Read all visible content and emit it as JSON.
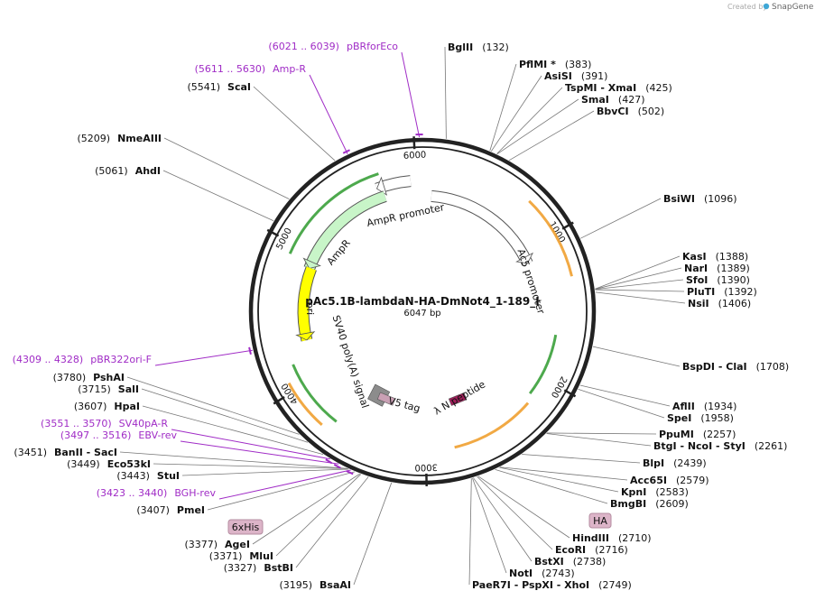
{
  "credit": {
    "created_by": "Created by",
    "brand": "SnapGene"
  },
  "plasmid": {
    "name": "pAc5.1B-lambdaN-HA-DmNot4_1-189_I",
    "size": "6047 bp"
  },
  "ring_ticks": [
    {
      "label": "6000",
      "pos": 6000
    },
    {
      "label": "1000",
      "pos": 1000
    },
    {
      "label": "2000",
      "pos": 2000
    },
    {
      "label": "3000",
      "pos": 3000
    },
    {
      "label": "4000",
      "pos": 4000
    },
    {
      "label": "5000",
      "pos": 5000
    }
  ],
  "features": [
    {
      "name": "AmpR promoter",
      "start": 5705,
      "end": 5960,
      "color": "#ffffff",
      "dir": "rev"
    },
    {
      "name": "AmpR",
      "start": 4884,
      "end": 5745,
      "color": "#c8f5c8",
      "dir": "rev"
    },
    {
      "name": "Ac5 promoter",
      "start": 75,
      "end": 1100,
      "color": "#ffffff",
      "dir": "fwd"
    },
    {
      "name": "ori",
      "start": 4300,
      "end": 4890,
      "color": "#ffff00",
      "dir": "rev"
    },
    {
      "name": "SV40 poly(A) signal",
      "start": 3424,
      "end": 3545,
      "color": "#8c8c8c",
      "dir": "none"
    },
    {
      "name": "V5 tag",
      "start": 3377,
      "end": 3420,
      "color": "#c9a0b4",
      "dir": "none"
    },
    {
      "name": "λ N peptide",
      "start": 2626,
      "end": 2686,
      "color": "#a01e5a",
      "dir": "fwd"
    }
  ],
  "feature_labels": [
    {
      "text": "AmpR promoter",
      "for": "AmpR promoter"
    },
    {
      "text": "AmpR",
      "for": "AmpR"
    },
    {
      "text": "Ac5 promoter",
      "for": "Ac5 promoter"
    },
    {
      "text": "ori",
      "for": "ori"
    },
    {
      "text": "SV40 poly(A) signal",
      "for": "SV40 poly(A) signal"
    },
    {
      "text": "V5 tag",
      "for": "V5 tag"
    },
    {
      "text": "λ N peptide",
      "for": "λ N peptide"
    }
  ],
  "tags": {
    "his": "6xHis",
    "ha": "HA"
  },
  "primers": [
    {
      "range": "(6021 .. 6039)",
      "name": "pBRforEco",
      "pos": 6030
    },
    {
      "range": "(5611 .. 5630)",
      "name": "Amp-R",
      "pos": 5620
    },
    {
      "range": "(4309 .. 4328)",
      "name": "pBR322ori-F",
      "pos": 4318
    },
    {
      "range": "(3551 .. 3570)",
      "name": "SV40pA-R",
      "pos": 3560
    },
    {
      "range": "(3497 .. 3516)",
      "name": "EBV-rev",
      "pos": 3506
    },
    {
      "range": "(3423 .. 3440)",
      "name": "BGH-rev",
      "pos": 3431
    }
  ],
  "enzymes": [
    {
      "name": "BglII",
      "pos": 132,
      "label_pos": "(132)"
    },
    {
      "name": "PflMI *",
      "pos": 383,
      "label_pos": "(383)"
    },
    {
      "name": "AsiSI",
      "pos": 391,
      "label_pos": "(391)"
    },
    {
      "name": "TspMI  - XmaI",
      "pos": 425,
      "label_pos": "(425)"
    },
    {
      "name": "SmaI",
      "pos": 427,
      "label_pos": "(427)"
    },
    {
      "name": "BbvCI",
      "pos": 502,
      "label_pos": "(502)"
    },
    {
      "name": "BsiWI",
      "pos": 1096,
      "label_pos": "(1096)"
    },
    {
      "name": "KasI",
      "pos": 1388,
      "label_pos": "(1388)"
    },
    {
      "name": "NarI",
      "pos": 1389,
      "label_pos": "(1389)"
    },
    {
      "name": "SfoI",
      "pos": 1390,
      "label_pos": "(1390)"
    },
    {
      "name": "PluTI",
      "pos": 1392,
      "label_pos": "(1392)"
    },
    {
      "name": "NsiI",
      "pos": 1406,
      "label_pos": "(1406)"
    },
    {
      "name": "BspDI  - ClaI",
      "pos": 1708,
      "label_pos": "(1708)"
    },
    {
      "name": "AflII",
      "pos": 1934,
      "label_pos": "(1934)"
    },
    {
      "name": "SpeI",
      "pos": 1958,
      "label_pos": "(1958)"
    },
    {
      "name": "PpuMI",
      "pos": 2257,
      "label_pos": "(2257)"
    },
    {
      "name": "BtgI  - NcoI  - StyI",
      "pos": 2261,
      "label_pos": "(2261)"
    },
    {
      "name": "BlpI",
      "pos": 2439,
      "label_pos": "(2439)"
    },
    {
      "name": "Acc65I",
      "pos": 2579,
      "label_pos": "(2579)"
    },
    {
      "name": "KpnI",
      "pos": 2583,
      "label_pos": "(2583)"
    },
    {
      "name": "BmgBI",
      "pos": 2609,
      "label_pos": "(2609)"
    },
    {
      "name": "HindIII",
      "pos": 2710,
      "label_pos": "(2710)"
    },
    {
      "name": "EcoRI",
      "pos": 2716,
      "label_pos": "(2716)"
    },
    {
      "name": "BstXI",
      "pos": 2738,
      "label_pos": "(2738)"
    },
    {
      "name": "NotI",
      "pos": 2743,
      "label_pos": "(2743)"
    },
    {
      "name": "PaeR7I  - PspXI  - XhoI",
      "pos": 2749,
      "label_pos": "(2749)"
    },
    {
      "name": "BsaAI",
      "pos": 3195,
      "label_pos": "(3195)"
    },
    {
      "name": "BstBI",
      "pos": 3327,
      "label_pos": "(3327)"
    },
    {
      "name": "MluI",
      "pos": 3371,
      "label_pos": "(3371)"
    },
    {
      "name": "AgeI",
      "pos": 3377,
      "label_pos": "(3377)"
    },
    {
      "name": "PmeI",
      "pos": 3407,
      "label_pos": "(3407)"
    },
    {
      "name": "StuI",
      "pos": 3443,
      "label_pos": "(3443)"
    },
    {
      "name": "Eco53kI",
      "pos": 3449,
      "label_pos": "(3449)"
    },
    {
      "name": "BanII  - SacI",
      "pos": 3451,
      "label_pos": "(3451)"
    },
    {
      "name": "HpaI",
      "pos": 3607,
      "label_pos": "(3607)"
    },
    {
      "name": "SalI",
      "pos": 3715,
      "label_pos": "(3715)"
    },
    {
      "name": "PshAI",
      "pos": 3780,
      "label_pos": "(3780)"
    },
    {
      "name": "AhdI",
      "pos": 5061,
      "label_pos": "(5061)"
    },
    {
      "name": "NmeAIII",
      "pos": 5209,
      "label_pos": "(5209)"
    },
    {
      "name": "ScaI",
      "pos": 5541,
      "label_pos": "(5541)"
    }
  ]
}
